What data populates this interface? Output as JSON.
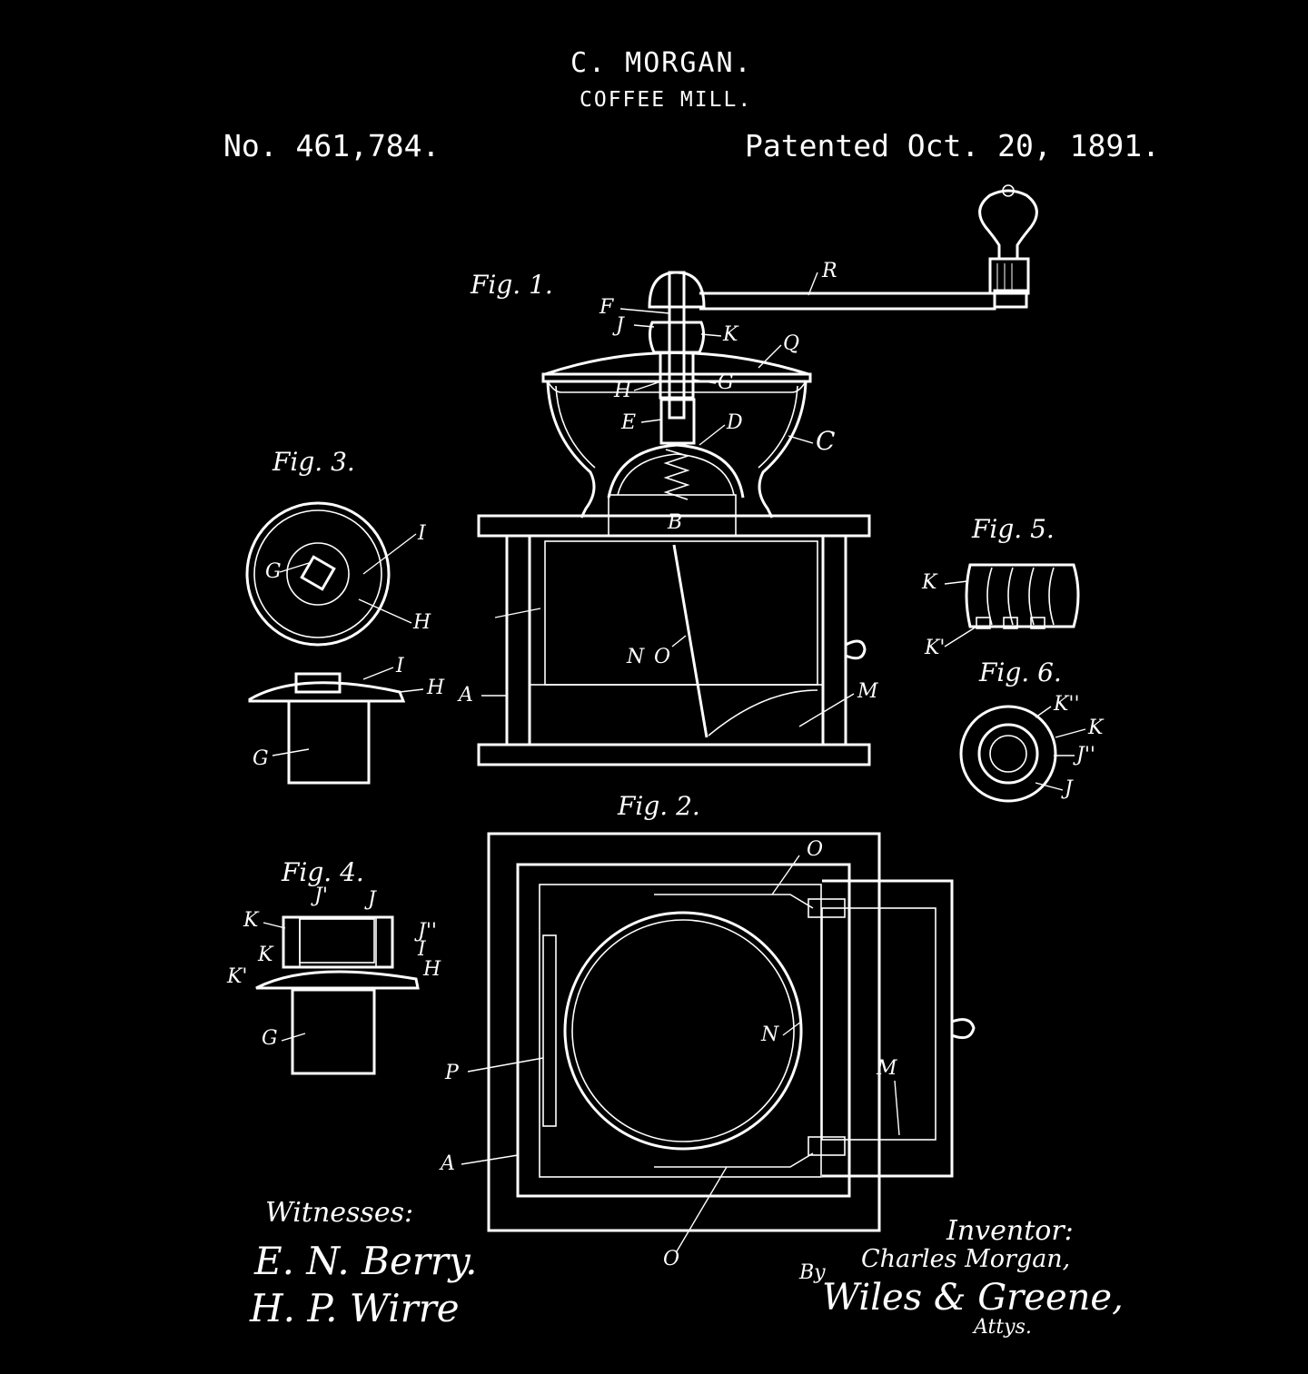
{
  "header": {
    "inventor": "C. MORGAN.",
    "title": "COFFEE MILL.",
    "number": "No. 461,784.",
    "date": "Patented Oct. 20, 1891."
  },
  "figures": {
    "fig1": {
      "label": "Fig. 1.",
      "parts": [
        "R",
        "F",
        "J",
        "K",
        "Q",
        "H",
        "G",
        "E",
        "D",
        "C",
        "B",
        "N",
        "O",
        "A",
        "M"
      ]
    },
    "fig2": {
      "label": "Fig. 2.",
      "parts": [
        "O",
        "N",
        "M",
        "P",
        "A",
        "O"
      ]
    },
    "fig3": {
      "label": "Fig. 3.",
      "parts": [
        "G",
        "I",
        "H",
        "I",
        "H",
        "G"
      ]
    },
    "fig4": {
      "label": "Fig. 4.",
      "parts": [
        "J'",
        "J",
        "K",
        "J''",
        "K",
        "I",
        "K'",
        "H",
        "G"
      ]
    },
    "fig5": {
      "label": "Fig. 5.",
      "parts": [
        "K",
        "K'"
      ]
    },
    "fig6": {
      "label": "Fig. 6.",
      "parts": [
        "K''",
        "K",
        "J''",
        "J"
      ]
    }
  },
  "witnesses": {
    "label": "Witnesses:",
    "names": [
      "E. N. Berry.",
      "H. P. Wirre"
    ]
  },
  "inventor": {
    "label": "Inventor:",
    "name": "Charles Morgan,",
    "by": "By",
    "attorneys": "Wiles & Greene,",
    "attys": "Attys."
  },
  "colors": {
    "background": "#000000",
    "ink": "#ffffff"
  }
}
